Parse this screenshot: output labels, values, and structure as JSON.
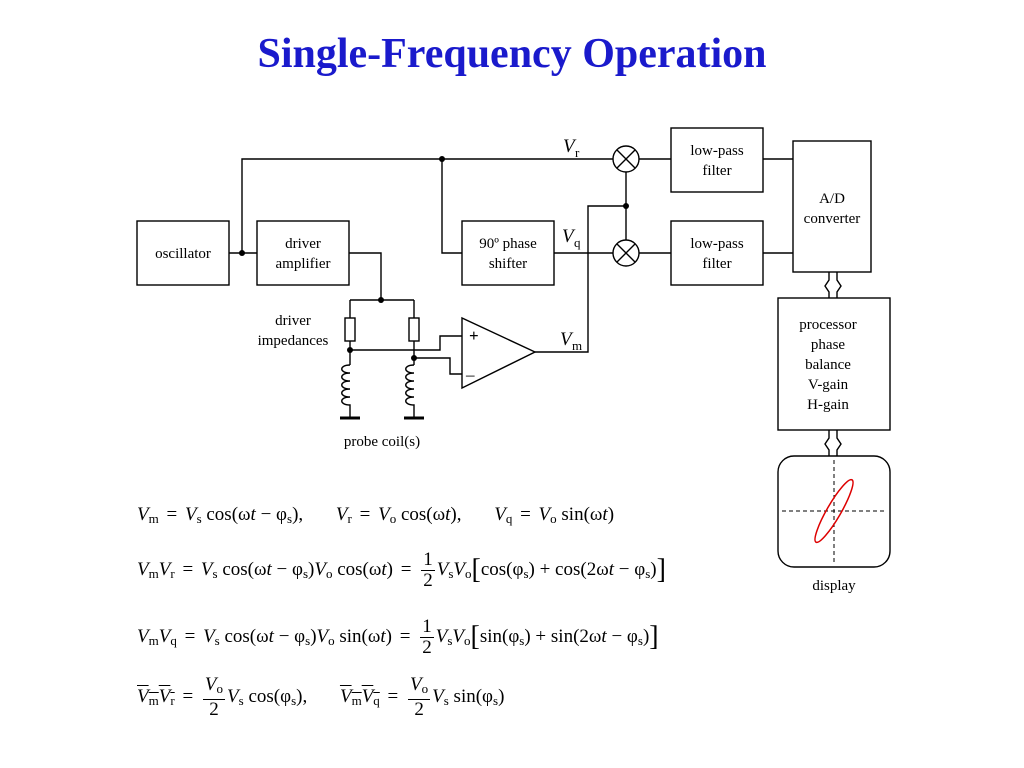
{
  "title": "Single-Frequency Operation",
  "blocks": {
    "oscillator": "oscillator",
    "driver_amplifier": [
      "driver",
      "amplifier"
    ],
    "phase_shifter": [
      "90º phase",
      "shifter"
    ],
    "lpf_top": [
      "low-pass",
      "filter"
    ],
    "lpf_bottom": [
      "low-pass",
      "filter"
    ],
    "adc": [
      "A/D",
      "converter"
    ],
    "processor": [
      "processor",
      "phase",
      "balance",
      "V-gain",
      "H-gain"
    ]
  },
  "labels": {
    "driver_impedances": [
      "driver",
      "impedances"
    ],
    "probe_coils": "probe coil(s)",
    "display": "display",
    "opamp_plus": "+",
    "opamp_minus": "–",
    "vr_main": "V",
    "vr_sub": "r",
    "vq_main": "V",
    "vq_sub": "q",
    "vm_main": "V",
    "vm_sub": "m"
  },
  "colors": {
    "title": "#1a1acc",
    "lissajous": "#dd0000"
  },
  "equations": {
    "eq1": [
      "Vm = Vs cos(ωt − φs),",
      "Vr = Vo cos(ωt),",
      "Vq = Vo sin(ωt)"
    ],
    "eq2": "VmVr = Vs cos(ωt − φs)Vo cos(ωt) = (1/2)VsVo[cos(φs) + cos(2ωt − φs)]",
    "eq3": "VmVq = Vs cos(ωt − φs)Vo sin(ωt) = (1/2)VsVo[sin(φs) + sin(2ωt − φs)]",
    "eq4": [
      "avg(VmVr) = (Vo/2)Vs cos(φs),",
      "avg(VmVq) = (Vo/2)Vs sin(φs)"
    ]
  }
}
